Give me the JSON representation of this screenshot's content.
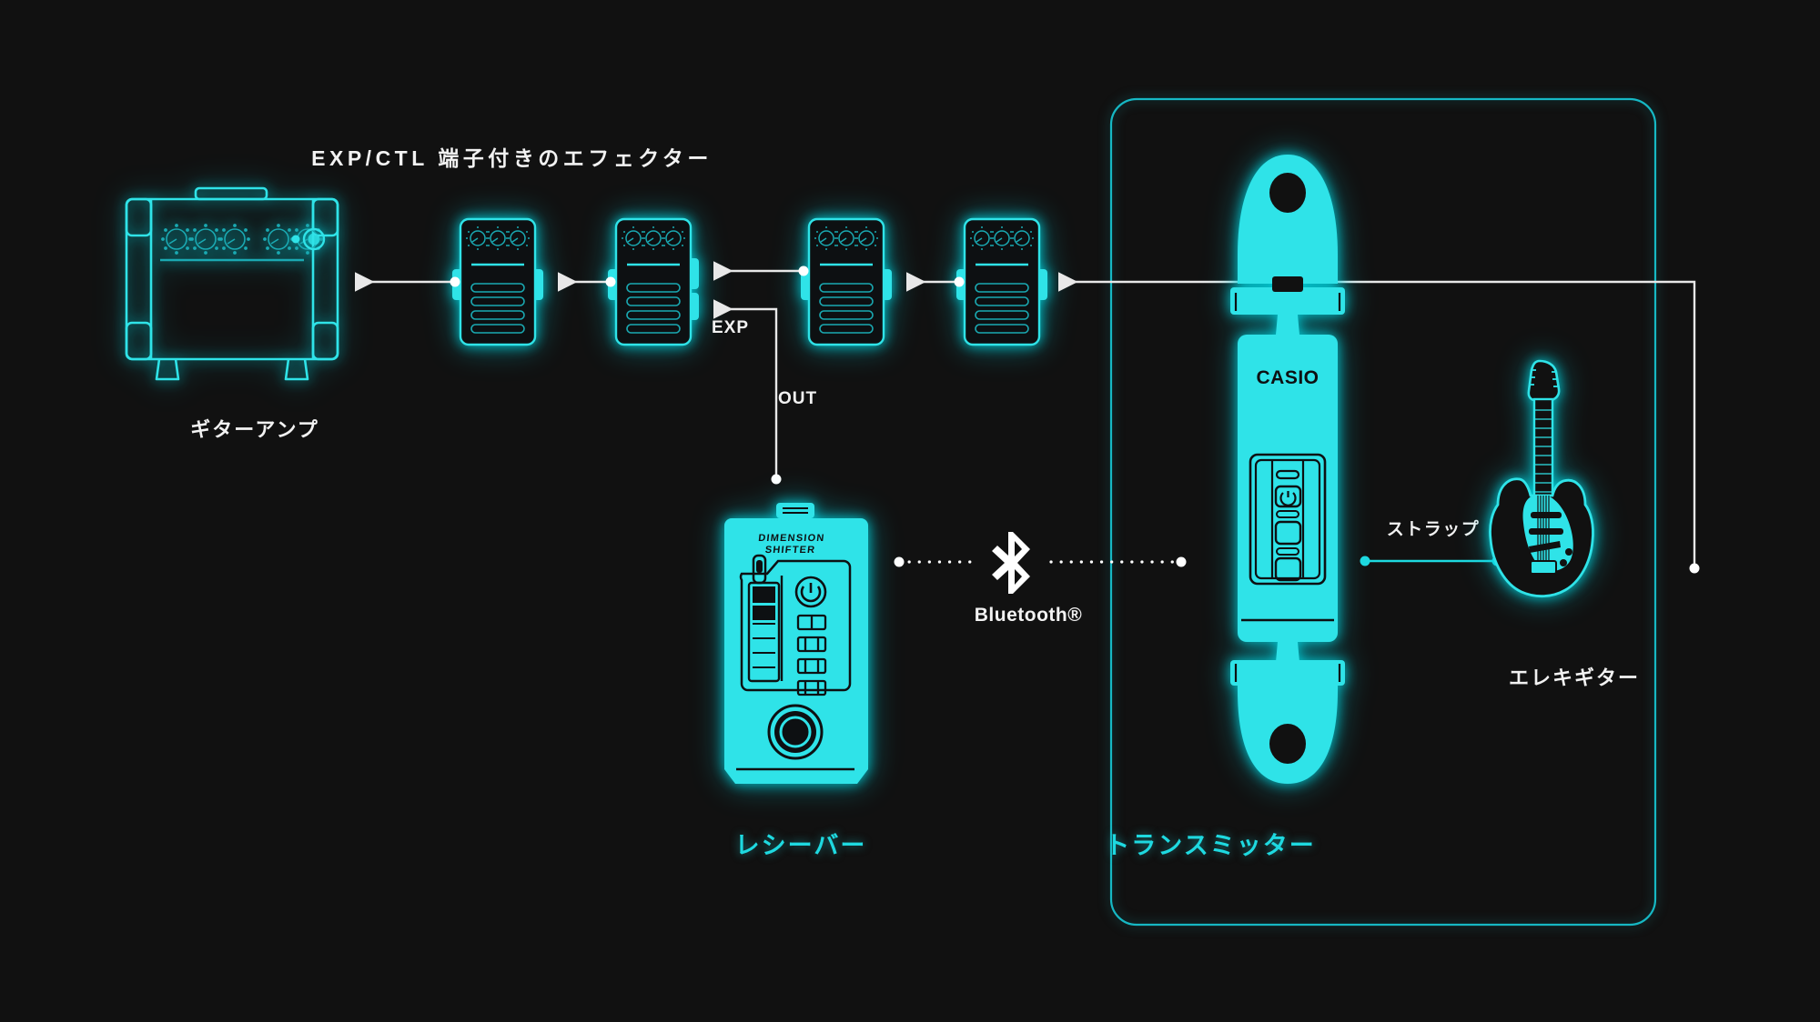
{
  "meta": {
    "bg_color": "#111111",
    "accent_cyan": "#2fe3e8",
    "line_white": "#e8e8e8",
    "label_white": "#f2f2f2"
  },
  "diagram": {
    "title": "EXP/CTL 端子付きのエフェクター",
    "nodes": {
      "amp": {
        "label": "ギターアンプ",
        "icon": "guitar-amp-icon"
      },
      "receiver": {
        "label": "レシーバー",
        "icon": "receiver-pedal-icon",
        "brand_line1": "DIMENSION",
        "brand_line2": "SHIFTER"
      },
      "transmitter": {
        "label": "トランスミッター",
        "icon": "transmitter-icon",
        "brand": "CASIO"
      },
      "guitar": {
        "label": "エレキギター",
        "icon": "electric-guitar-icon"
      },
      "strap": {
        "label": "ストラップ",
        "icon": "strap-line-icon"
      }
    },
    "connections": {
      "exp": "EXP",
      "out": "OUT",
      "wireless": "Bluetooth®",
      "wireless_icon": "bluetooth-icon"
    },
    "pedals": [
      {
        "name": "pedal-1",
        "knobs": 3,
        "slots": 4
      },
      {
        "name": "pedal-2",
        "knobs": 3,
        "slots": 4
      },
      {
        "name": "pedal-3",
        "knobs": 3,
        "slots": 4
      },
      {
        "name": "pedal-4",
        "knobs": 3,
        "slots": 4
      }
    ]
  }
}
